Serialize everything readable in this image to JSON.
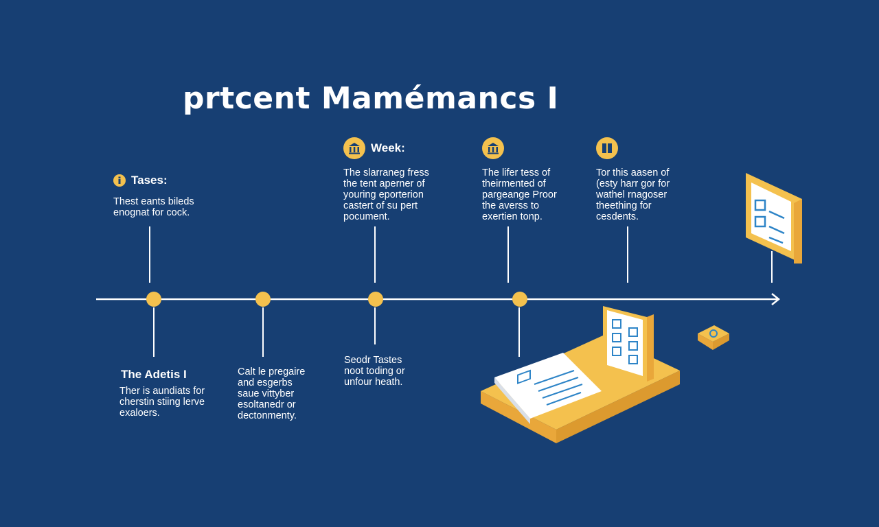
{
  "title": "prtcent Mamémancs I",
  "colors": {
    "background": "#173f73",
    "accent": "#f4c14e",
    "line": "#ffffff",
    "icon_blue": "#2d84c7"
  },
  "top_blocks": [
    {
      "heading": "Tases:",
      "icon": "info-icon",
      "lines": [
        "Thest eants bileds",
        "enognat for cock."
      ]
    },
    {
      "heading": "Week:",
      "icon": "bank-icon",
      "lines": [
        "The slarraneg fress",
        "the tent aperner of",
        "youring eporterion",
        "castert of su pert",
        "pocument."
      ]
    },
    {
      "heading": "",
      "icon": "bank-icon",
      "lines": [
        "The lifer tess of",
        "theirmented of",
        "pargeange Proor",
        "the averss to",
        "exertien tonp."
      ]
    },
    {
      "heading": "",
      "icon": "book-icon",
      "lines": [
        "Tor this aasen of",
        "(esty harr gor for",
        "wathel rnagoser",
        "theething for",
        "cesdents."
      ]
    }
  ],
  "bottom_blocks": [
    {
      "heading": "The Adetis I",
      "lines": [
        "Ther is aundiats for",
        "cherstin stiing lerve",
        "exaloers."
      ]
    },
    {
      "heading": "",
      "lines": [
        "Calt le pregaire",
        "and esgerbs",
        "saue vittyber",
        "esoltanedr or",
        "dectonmenty."
      ]
    },
    {
      "heading": "",
      "lines": [
        "Seodr Tastes",
        "noot toding or",
        "unfour heath."
      ]
    }
  ]
}
